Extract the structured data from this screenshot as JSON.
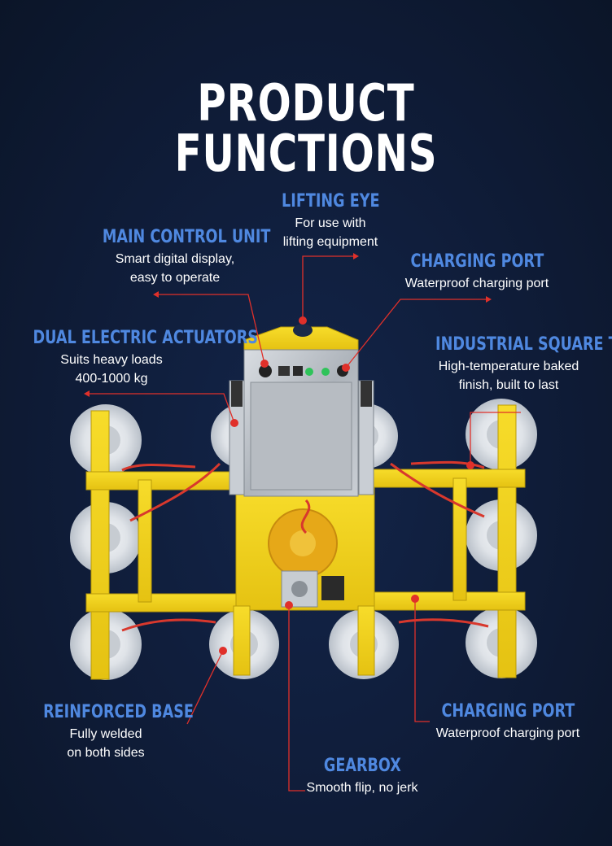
{
  "title": "PRODUCT FUNCTIONS",
  "labels": {
    "lifting_eye": {
      "heading": "LIFTING EYE",
      "line1": "For use with",
      "line2": "lifting equipment"
    },
    "main_control": {
      "heading": "MAIN CONTROL UNIT",
      "line1": "Smart digital display,",
      "line2": "easy to operate"
    },
    "charging_top": {
      "heading": "CHARGING PORT",
      "line1": "Waterproof charging port"
    },
    "dual_actuators": {
      "heading": "DUAL ELECTRIC ACTUATORS",
      "line1": "Suits heavy loads",
      "line2": "400-1000 kg"
    },
    "square_tube": {
      "heading": "INDUSTRIAL SQUARE TUBE",
      "line1": "High-temperature baked",
      "line2": "finish, built to last"
    },
    "reinforced_base": {
      "heading": "REINFORCED BASE",
      "line1": "Fully welded",
      "line2": "on both sides"
    },
    "charging_bottom": {
      "heading": "CHARGING PORT",
      "line1": "Waterproof charging port"
    },
    "gearbox": {
      "heading": "GEARBOX",
      "line1": "Smooth flip, no jerk"
    }
  },
  "colors": {
    "background": "#0f1b33",
    "heading": "#4f88e0",
    "frame": "#f2d21c",
    "callout": "#e0302a"
  }
}
